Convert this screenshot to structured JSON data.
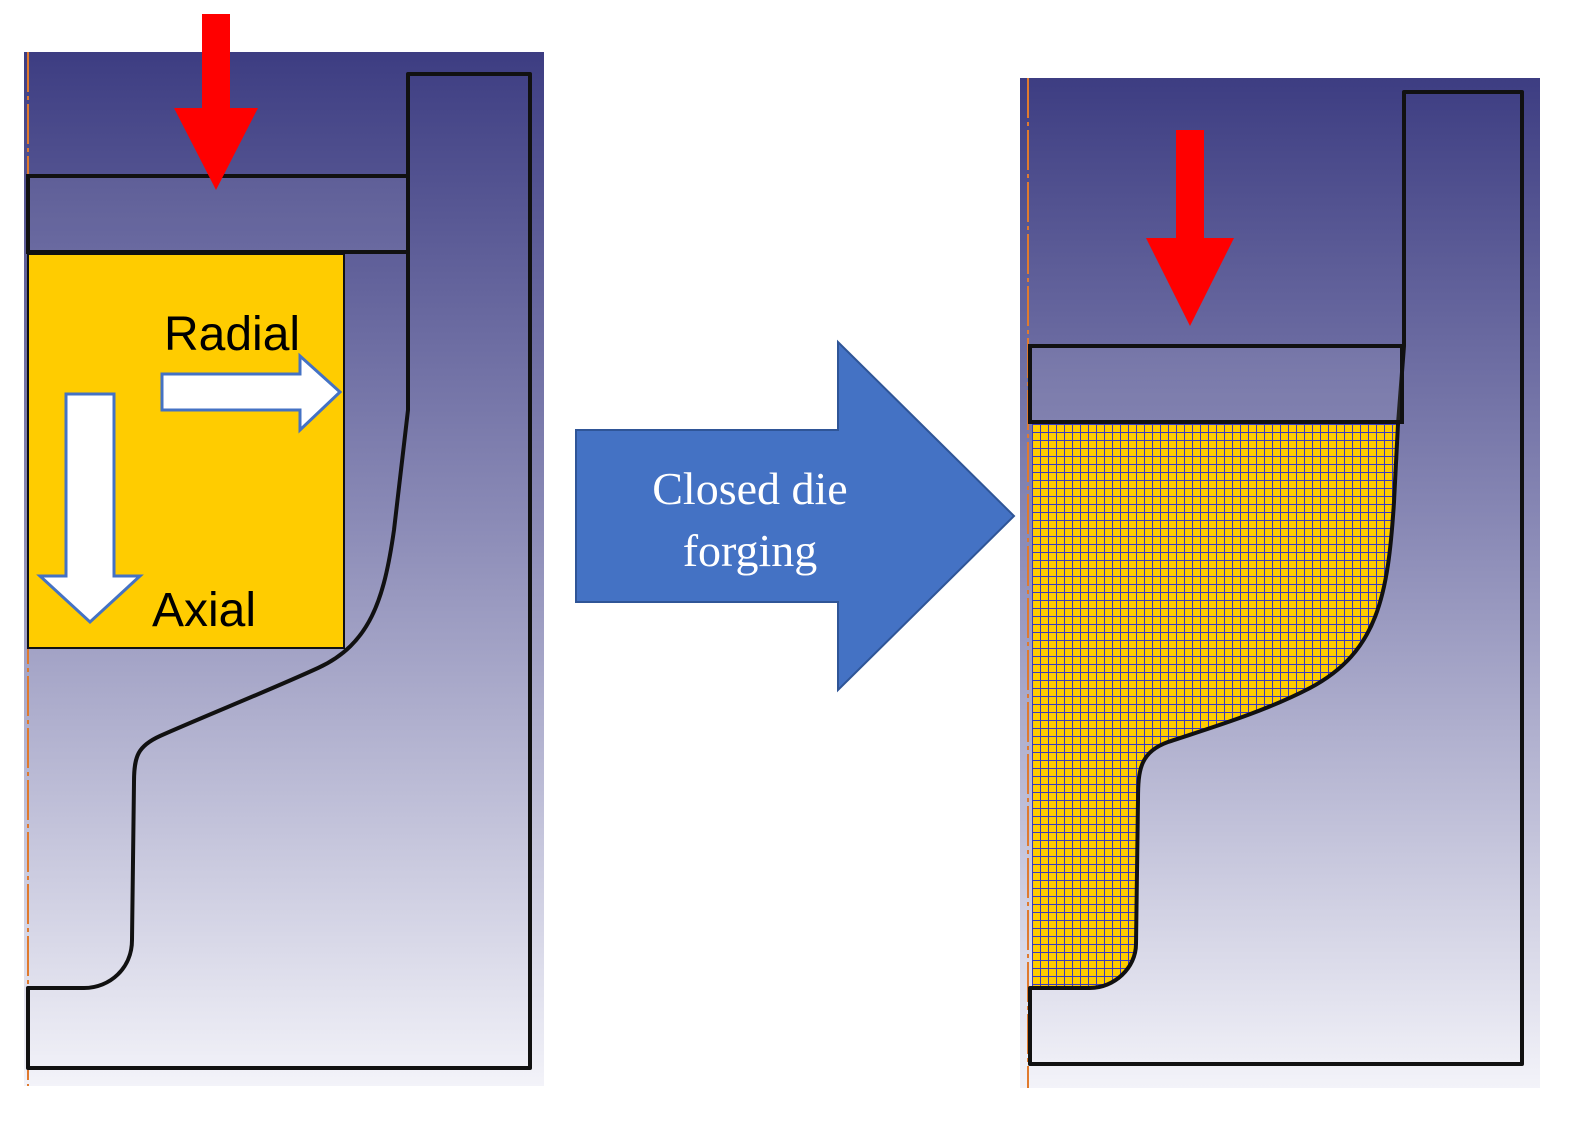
{
  "diagram": {
    "left_panel": {
      "label_radial": "Radial",
      "label_axial": "Axial"
    },
    "process_arrow": {
      "line1": "Closed die",
      "line2": "forging"
    }
  },
  "colors": {
    "panel_top": "#3d3d82",
    "panel_bottom": "#f3f3f9",
    "billet_yellow": "#ffcc00",
    "load_arrow_red": "#ff0000",
    "process_arrow_blue": "#4472c4",
    "process_arrow_edge": "#2f5597",
    "mesh_blue": "#3a3ac0",
    "axis_orange": "#e07a2e",
    "outline_black": "#111111"
  }
}
